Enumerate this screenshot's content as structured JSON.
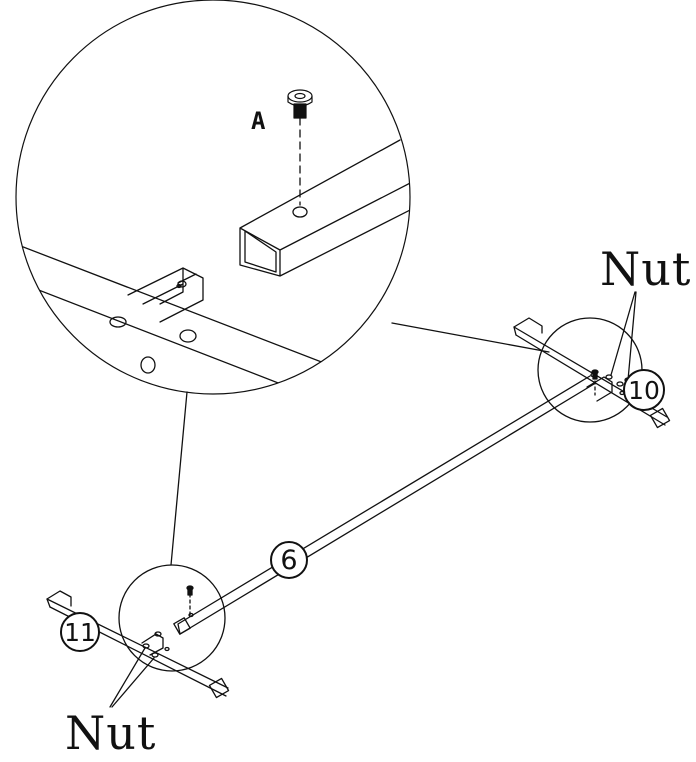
{
  "labels": {
    "nut_top": "Nut",
    "nut_bottom": "Nut",
    "screw": "A",
    "part_6": "6",
    "part_10": "10",
    "part_11": "11"
  },
  "colors": {
    "stroke": "#111111",
    "background": "#ffffff"
  }
}
